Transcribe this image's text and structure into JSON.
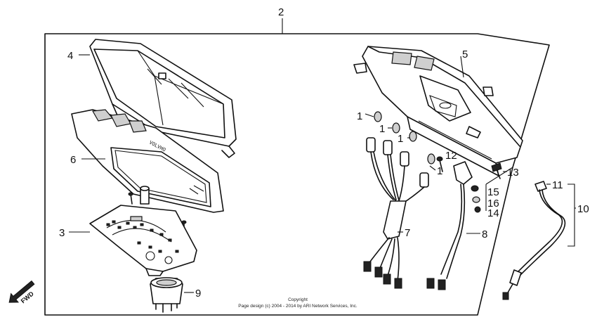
{
  "callouts": {
    "c2": "2",
    "c4": "4",
    "c6": "6",
    "c3": "3",
    "c9": "9",
    "c5": "5",
    "c1a": "1",
    "c1b": "1",
    "c1c": "1",
    "c1d": "1",
    "c12": "12",
    "c13": "13",
    "c15": "15",
    "c16": "16",
    "c14": "14",
    "c7": "7",
    "c8": "8",
    "c11": "11",
    "c10": "10"
  },
  "bezel_text": "VOLVHO",
  "fwd_label": "FWD",
  "copyright": {
    "line1": "Copyright",
    "line2": "Page design (c) 2004 - 2014 by ARI Network Services, Inc."
  },
  "colors": {
    "line": "#111111",
    "background": "#ffffff"
  }
}
